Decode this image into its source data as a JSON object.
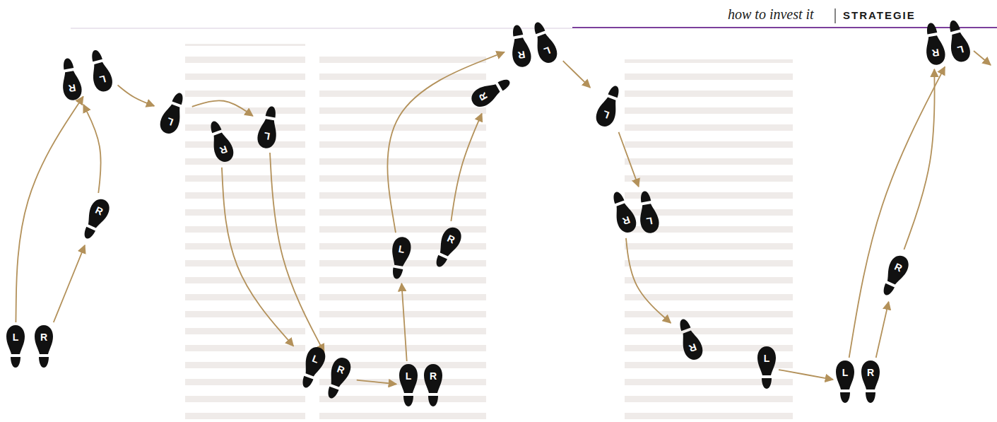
{
  "diagram": {
    "nodes": [
      {
        "text": [
          "L"
        ]
      },
      {
        "text": [
          "R"
        ]
      },
      {
        "text": [
          "R"
        ]
      },
      {
        "text": [
          "R"
        ]
      },
      {
        "text": [
          "L"
        ]
      },
      {
        "text": [
          "L"
        ]
      },
      {
        "text": [
          "R"
        ]
      },
      {
        "text": [
          "L"
        ]
      },
      {
        "text": [
          "L"
        ]
      },
      {
        "text": [
          "R"
        ]
      },
      {
        "text": [
          "L"
        ]
      },
      {
        "text": [
          "R"
        ]
      },
      {
        "text": [
          "L"
        ]
      },
      {
        "text": [
          "R"
        ]
      },
      {
        "text": [
          "R"
        ]
      },
      {
        "text": [
          "R"
        ]
      },
      {
        "text": [
          "L"
        ]
      },
      {
        "text": [
          "L"
        ]
      },
      {
        "text": [
          "R"
        ]
      },
      {
        "text": [
          "L"
        ]
      },
      {
        "text": [
          "R"
        ]
      },
      {
        "text": [
          "L"
        ]
      },
      {
        "text": [
          "L"
        ]
      },
      {
        "text": [
          "R"
        ]
      },
      {
        "text": [
          "R"
        ]
      },
      {
        "text": [
          "R"
        ]
      },
      {
        "text": [
          "L"
        ]
      }
    ],
    "edges": [
      {
        "from": 0,
        "to": 4,
        "arrow": "to"
      },
      {
        "from": 1,
        "to": 2,
        "arrow": "to"
      },
      {
        "from": 2,
        "to": 3,
        "arrow": "to"
      },
      {
        "from": 4,
        "to": 5,
        "arrow": "to"
      },
      {
        "from": 5,
        "to": 7,
        "arrow": "to"
      },
      {
        "from": 6,
        "to": 8,
        "arrow": "to"
      },
      {
        "from": 7,
        "to": 9,
        "arrow": "to"
      },
      {
        "from": 9,
        "to": 10,
        "arrow": "to"
      },
      {
        "from": 10,
        "to": 12,
        "arrow": "to"
      },
      {
        "from": 12,
        "to": 15,
        "arrow": "to"
      },
      {
        "from": 13,
        "to": 14,
        "arrow": "to"
      },
      {
        "from": 16,
        "to": 17,
        "arrow": "to"
      },
      {
        "from": 17,
        "to": 19,
        "arrow": "to"
      },
      {
        "from": 18,
        "to": 20,
        "arrow": "to"
      },
      {
        "from": 21,
        "to": 22,
        "arrow": "to"
      },
      {
        "from": 23,
        "to": 24,
        "arrow": "to"
      },
      {
        "from": 22,
        "to": 26,
        "arrow": "to"
      },
      {
        "from": 24,
        "to": 25,
        "arrow": "to"
      }
    ],
    "labels": [
      "how to invest it",
      "STRATEGIE"
    ]
  }
}
